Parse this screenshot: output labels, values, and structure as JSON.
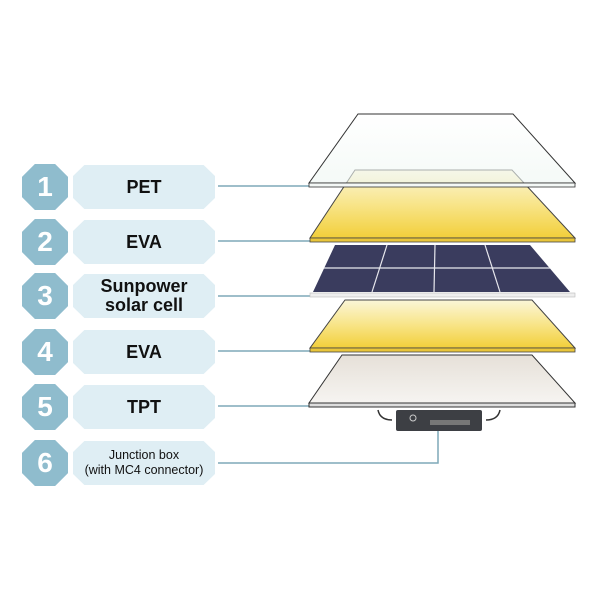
{
  "layers": [
    {
      "number": "1",
      "lines": [
        "PET"
      ]
    },
    {
      "number": "2",
      "lines": [
        "EVA"
      ]
    },
    {
      "number": "3",
      "lines": [
        "Sunpower",
        "solar cell"
      ]
    },
    {
      "number": "4",
      "lines": [
        "EVA"
      ]
    },
    {
      "number": "5",
      "lines": [
        "TPT"
      ]
    },
    {
      "number": "6",
      "lines": [
        "Junction box",
        "(with MC4 connector)"
      ]
    }
  ],
  "colors": {
    "badge": "#8fbccd",
    "label_bg": "#dfeef4",
    "connector": "#7fa9b8",
    "eva": "#f3d64a",
    "cell": "#3a3c5e",
    "tpt": "#ece8e2"
  }
}
